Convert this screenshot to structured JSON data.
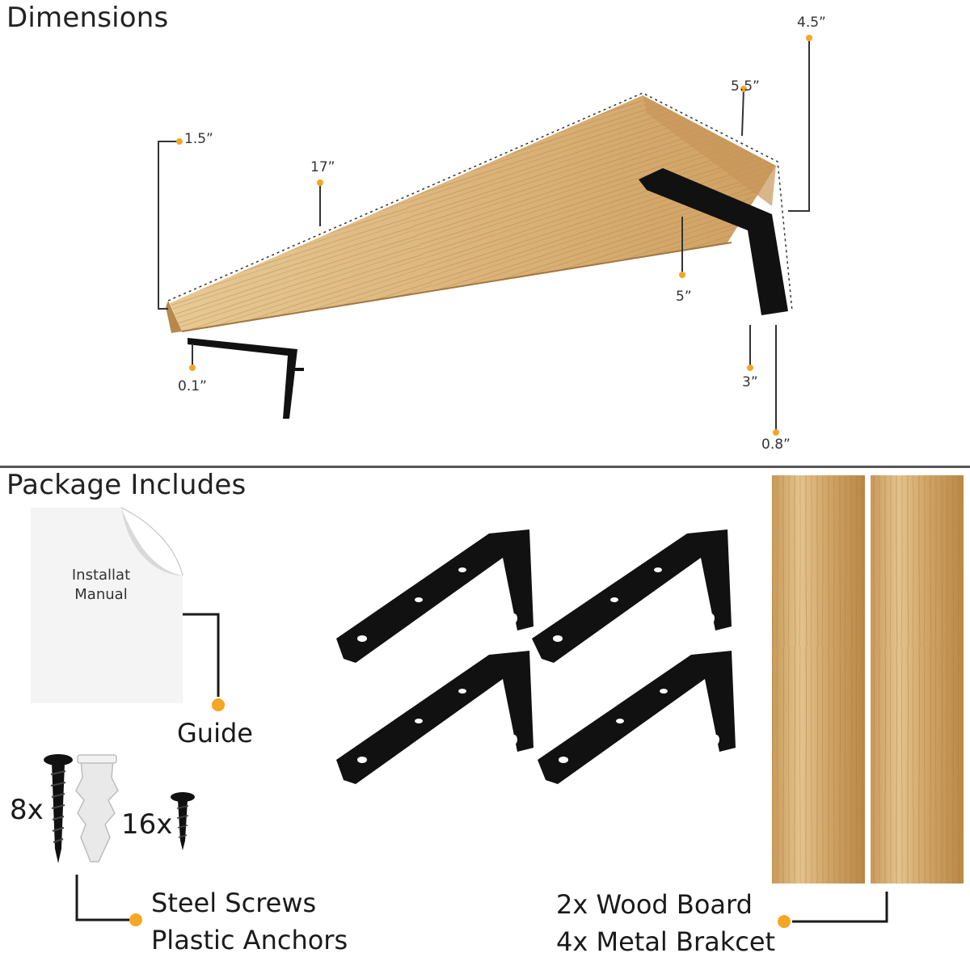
{
  "sections": {
    "dimensions_title": "Dimensions",
    "package_title": "Package Includes"
  },
  "dimensions": {
    "height": "1.5”",
    "length": "17”",
    "depth": "5.5”",
    "bracket_height": "4.5”",
    "bracket_length": "5”",
    "bracket_thickness": "0.1”",
    "bracket_width": "3”",
    "bracket_width_small": "0.8”"
  },
  "package": {
    "manual_line1": "Installat",
    "manual_line2": "Manual",
    "guide_label": "Guide",
    "screw_count": "8x",
    "small_screw_count": "16x",
    "screws_line1": "Steel Screws",
    "screws_line2": "Plastic Anchors",
    "boards_line1": "2x Wood Board",
    "boards_line2": "4x Metal Brakcet"
  },
  "colors": {
    "accent": "#f5a623",
    "wood_light": "#e2c08a",
    "wood_mid": "#c99a5c",
    "wood_dark": "#a8793f",
    "metal": "#111111"
  }
}
